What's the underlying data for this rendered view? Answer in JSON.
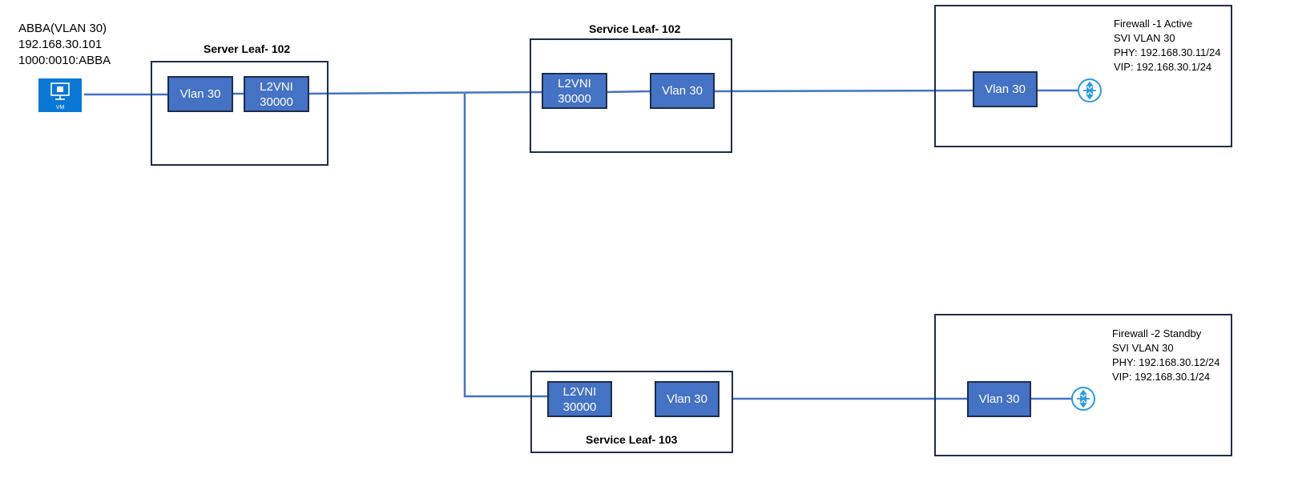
{
  "host": {
    "line1": "ABBA(VLAN 30)",
    "line2": "192.168.30.101",
    "line3": "1000:0010:ABBA",
    "vm_icon_label": "VM",
    "icon": "vm-monitor-icon"
  },
  "server_leaf": {
    "title": "Server Leaf- 102",
    "vlan": "Vlan 30",
    "l2vni_a": "L2VNI",
    "l2vni_b": "30000"
  },
  "service_leaf_102": {
    "title": "Service Leaf- 102",
    "l2vni_a": "L2VNI",
    "l2vni_b": "30000",
    "vlan": "Vlan 30"
  },
  "service_leaf_103": {
    "title": "Service Leaf- 103",
    "l2vni_a": "L2VNI",
    "l2vni_b": "30000",
    "vlan": "Vlan 30"
  },
  "firewall_1": {
    "line1": "Firewall -1 Active",
    "line2": "SVI VLAN 30",
    "line3": "PHY: 192.168.30.11/24",
    "line4": "VIP: 192.168.30.1/24",
    "vlan": "Vlan 30",
    "icon": "router-icon"
  },
  "firewall_2": {
    "line1": "Firewall -2 Standby",
    "line2": "SVI VLAN 30",
    "line3": "PHY: 192.168.30.12/24",
    "line4": "VIP: 192.168.30.1/24",
    "vlan": "Vlan 30",
    "icon": "router-icon"
  },
  "colors": {
    "link": "#4472c4",
    "block_fill": "#4472c4",
    "block_border": "#1f2d4a",
    "frame_border": "#1f2d4a",
    "router": "#2b9be0",
    "vm": "#0a78d4"
  }
}
